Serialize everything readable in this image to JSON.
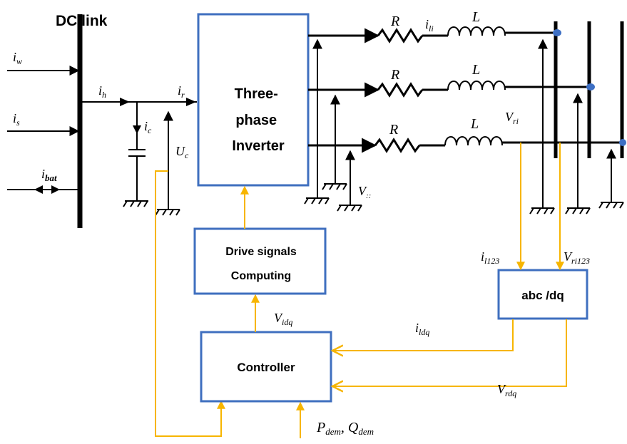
{
  "title": "DC link",
  "currents": {
    "iw": "w",
    "is": "s",
    "ibat": "bat",
    "ih": "h",
    "ic": "c",
    "ir": "r",
    "ili": "li"
  },
  "voltages": {
    "Uc": "c",
    "Vri": "ri",
    "Vii": "::"
  },
  "components": {
    "R1": "R",
    "R2": "R",
    "R3": "R",
    "L1": "L",
    "L2": "L",
    "L3": "L"
  },
  "blocks": {
    "inverter": [
      "Three-",
      "phase",
      "Inverter"
    ],
    "drive": [
      "Drive signals",
      "Computing"
    ],
    "controller": "Controller",
    "abc_dq": "abc /dq"
  },
  "signals": {
    "il123": "l123",
    "Vri123": "ri123",
    "Vidq": "idq",
    "ildq": "ldq",
    "Vrdq": "rdq",
    "Pdem": "dem",
    "Qdem": "dem"
  },
  "colors": {
    "signal": "#f7b500",
    "block_border": "#3f6fbf",
    "node": "#3d6fc4",
    "wire": "#000000"
  }
}
